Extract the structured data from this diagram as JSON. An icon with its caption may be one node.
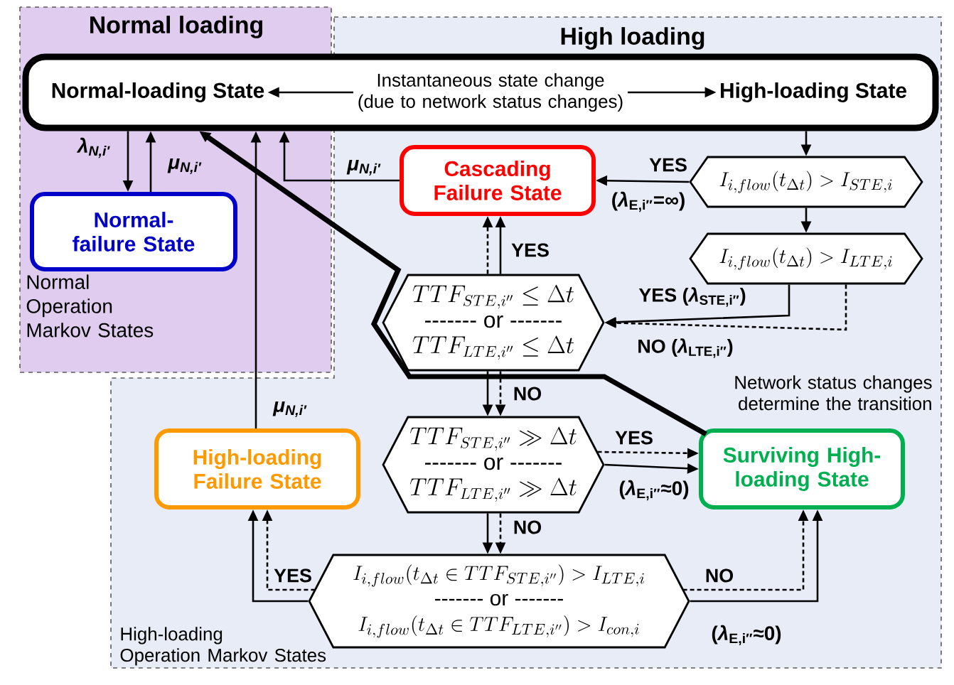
{
  "diagram": {
    "nodes": [
      {
        "text": [
          "Normal loading",
          "Normal Operation Markov States"
        ]
      },
      {
        "text": [
          "High loading",
          "High-loading Operation Markov States"
        ]
      },
      {
        "text": [],
        "shape": "box"
      },
      {
        "text": [
          "Normal-loading State"
        ]
      },
      {
        "text": [
          "High-loading State"
        ],
        "in": 2
      },
      {
        "text": [
          "Normal-failure State"
        ],
        "in": 0
      },
      {
        "text": [
          "Cascading Failure State"
        ],
        "in": 1
      },
      {
        "text": [
          "I_{i,flow}(t_{\\Delta t})>I_{STE,i}"
        ],
        "in": 1
      },
      {
        "text": [
          "I_{i,flow}(t_{\\Delta t})>I_{LTE,i}"
        ],
        "in": 1
      },
      {
        "text": [
          "TTF_{STE,i''}\\leq\\Delta t",
          "------- or -------",
          "TTF_{LTE,i''}\\leq\\Delta t"
        ],
        "in": 1
      },
      {
        "text": [
          "TTF_{STE,i''}\\gg\\Delta t",
          "------- or -------",
          "TTF_{LTE,i''}\\gg\\Delta t"
        ],
        "in": 1
      },
      {
        "text": [
          "High-loading Failure State"
        ],
        "in": 1
      },
      {
        "text": [
          "Surviving High-loading State"
        ],
        "in": 1
      },
      {
        "text": [
          "I_{i,flow}(t_{\\Delta t}\\in TTF_{STE,i''})>I_{LTE,i}",
          "------- or -------",
          "I_{i,flow}(t_{\\Delta t}\\in TTF_{LTE,i''})>I_{con,i}"
        ],
        "in": 1
      }
    ],
    "edges": [
      {
        "from": 2,
        "to": 5,
        "arrow": "to",
        "label": "λ$_{N,i′}$"
      },
      {
        "from": 5,
        "to": 2,
        "arrow": "to",
        "label": "μ$_{N,i′}$"
      },
      {
        "from": 6,
        "to": 2,
        "arrow": "to",
        "label": "μ$_{N,i′}$"
      },
      {
        "from": 11,
        "to": 2,
        "arrow": "to",
        "label": "μ$_{N,i′}$"
      },
      {
        "from": 12,
        "to": 2,
        "arrow": "to",
        "style": "thick",
        "label": "Network status changes determine the transition"
      },
      {
        "from": 3,
        "to": 4,
        "arrow": "both",
        "label": "Instantaneous state change (due to network status changes)"
      },
      {
        "from": 2,
        "to": 7,
        "arrow": "to"
      },
      {
        "from": 7,
        "to": 6,
        "arrow": "to",
        "label": "YES"
      },
      {
        "from": 7,
        "to": 8,
        "arrow": "to"
      },
      {
        "from": 8,
        "to": 9,
        "arrow": "to",
        "label": "YES (*λ*$_{STE,i″}$)"
      },
      {
        "from": 8,
        "to": 9,
        "arrow": "to",
        "style": "dashed",
        "label": "NO (*λ*$_{LTE,i″}$)"
      },
      {
        "from": 9,
        "to": 6,
        "arrow": "to",
        "label": "YES"
      },
      {
        "from": 9,
        "to": 6,
        "arrow": "to",
        "style": "dashed"
      },
      {
        "from": 9,
        "to": 10,
        "arrow": "to",
        "label": "NO"
      },
      {
        "from": 9,
        "to": 10,
        "arrow": "to",
        "style": "dashed"
      },
      {
        "from": 10,
        "to": 12,
        "arrow": "to",
        "label": "YES"
      },
      {
        "from": 10,
        "to": 12,
        "arrow": "to",
        "style": "dashed"
      },
      {
        "from": 10,
        "to": 13,
        "arrow": "to",
        "label": "NO"
      },
      {
        "from": 10,
        "to": 13,
        "arrow": "to",
        "style": "dashed"
      },
      {
        "from": 13,
        "to": 11,
        "arrow": "to",
        "label": "YES"
      },
      {
        "from": 13,
        "to": 11,
        "arrow": "to",
        "style": "dashed"
      },
      {
        "from": 13,
        "to": 12,
        "arrow": "to",
        "label": "NO"
      },
      {
        "from": 13,
        "to": 12,
        "arrow": "to",
        "style": "dashed"
      }
    ],
    "labels": [
      "(*λ*$_{E,i″}$=∞)",
      "(*λ*$_{E,i″}$≈0)",
      "(*λ*$_{E,i″}$≈0)"
    ]
  }
}
